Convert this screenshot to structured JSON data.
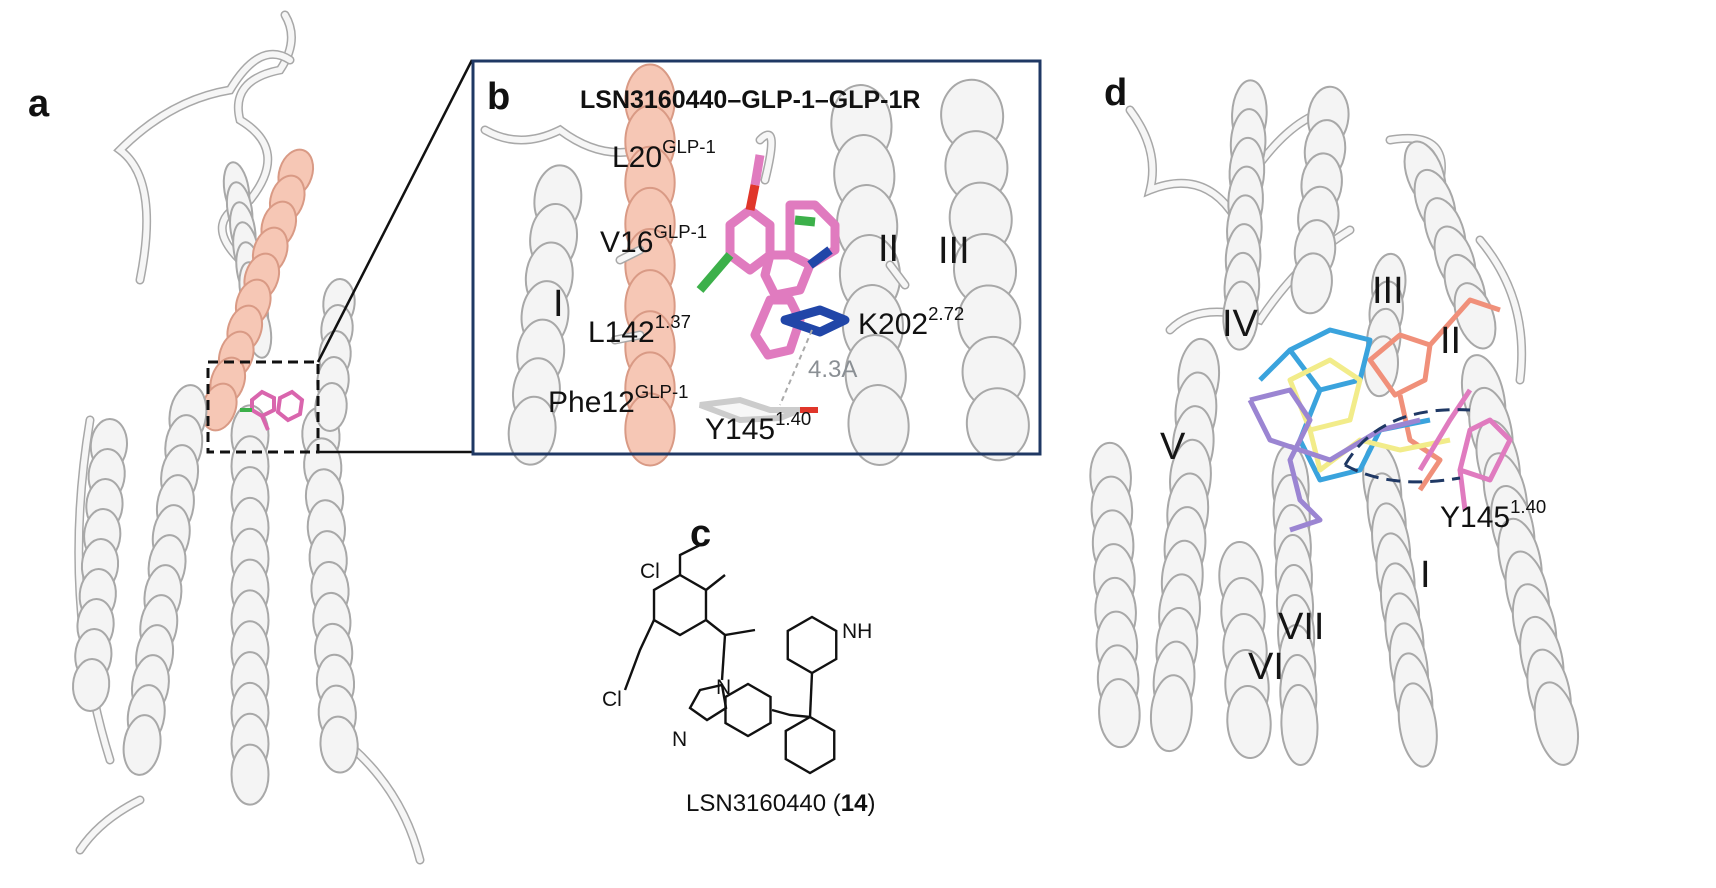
{
  "panels": {
    "a": {
      "label": "a"
    },
    "b": {
      "label": "b",
      "title": "LSN3160440–GLP-1–GLP-1R",
      "residues": [
        {
          "name": "L20",
          "sup": "GLP-1"
        },
        {
          "name": "V16",
          "sup": "GLP-1"
        },
        {
          "name": "L142",
          "sup": "1.37"
        },
        {
          "name": "K202",
          "sup": "2.72"
        },
        {
          "name": "Phe12",
          "sup": "GLP-1"
        },
        {
          "name": "Y145",
          "sup": "1.40"
        }
      ],
      "helices": [
        "I",
        "II",
        "III"
      ],
      "distance": "4.3A"
    },
    "c": {
      "label": "c",
      "compound": "LSN3160440",
      "compound_number": "14",
      "atoms": [
        "Cl",
        "Cl",
        "NH",
        "N",
        "N"
      ]
    },
    "d": {
      "label": "d",
      "helices": [
        "III",
        "IV",
        "II",
        "V",
        "I",
        "VII",
        "VI"
      ],
      "residue": {
        "name": "Y145",
        "sup": "1.40"
      }
    }
  },
  "colors": {
    "ligand": "#e07bbf",
    "glp1_peptide": "#f4b9a3",
    "box_border": "#1f3864",
    "ligand_salmon": "#f0907a",
    "ligand_blue": "#3aa3dd",
    "ligand_yellow": "#f2ec8a",
    "ligand_purple": "#9b85d2"
  }
}
